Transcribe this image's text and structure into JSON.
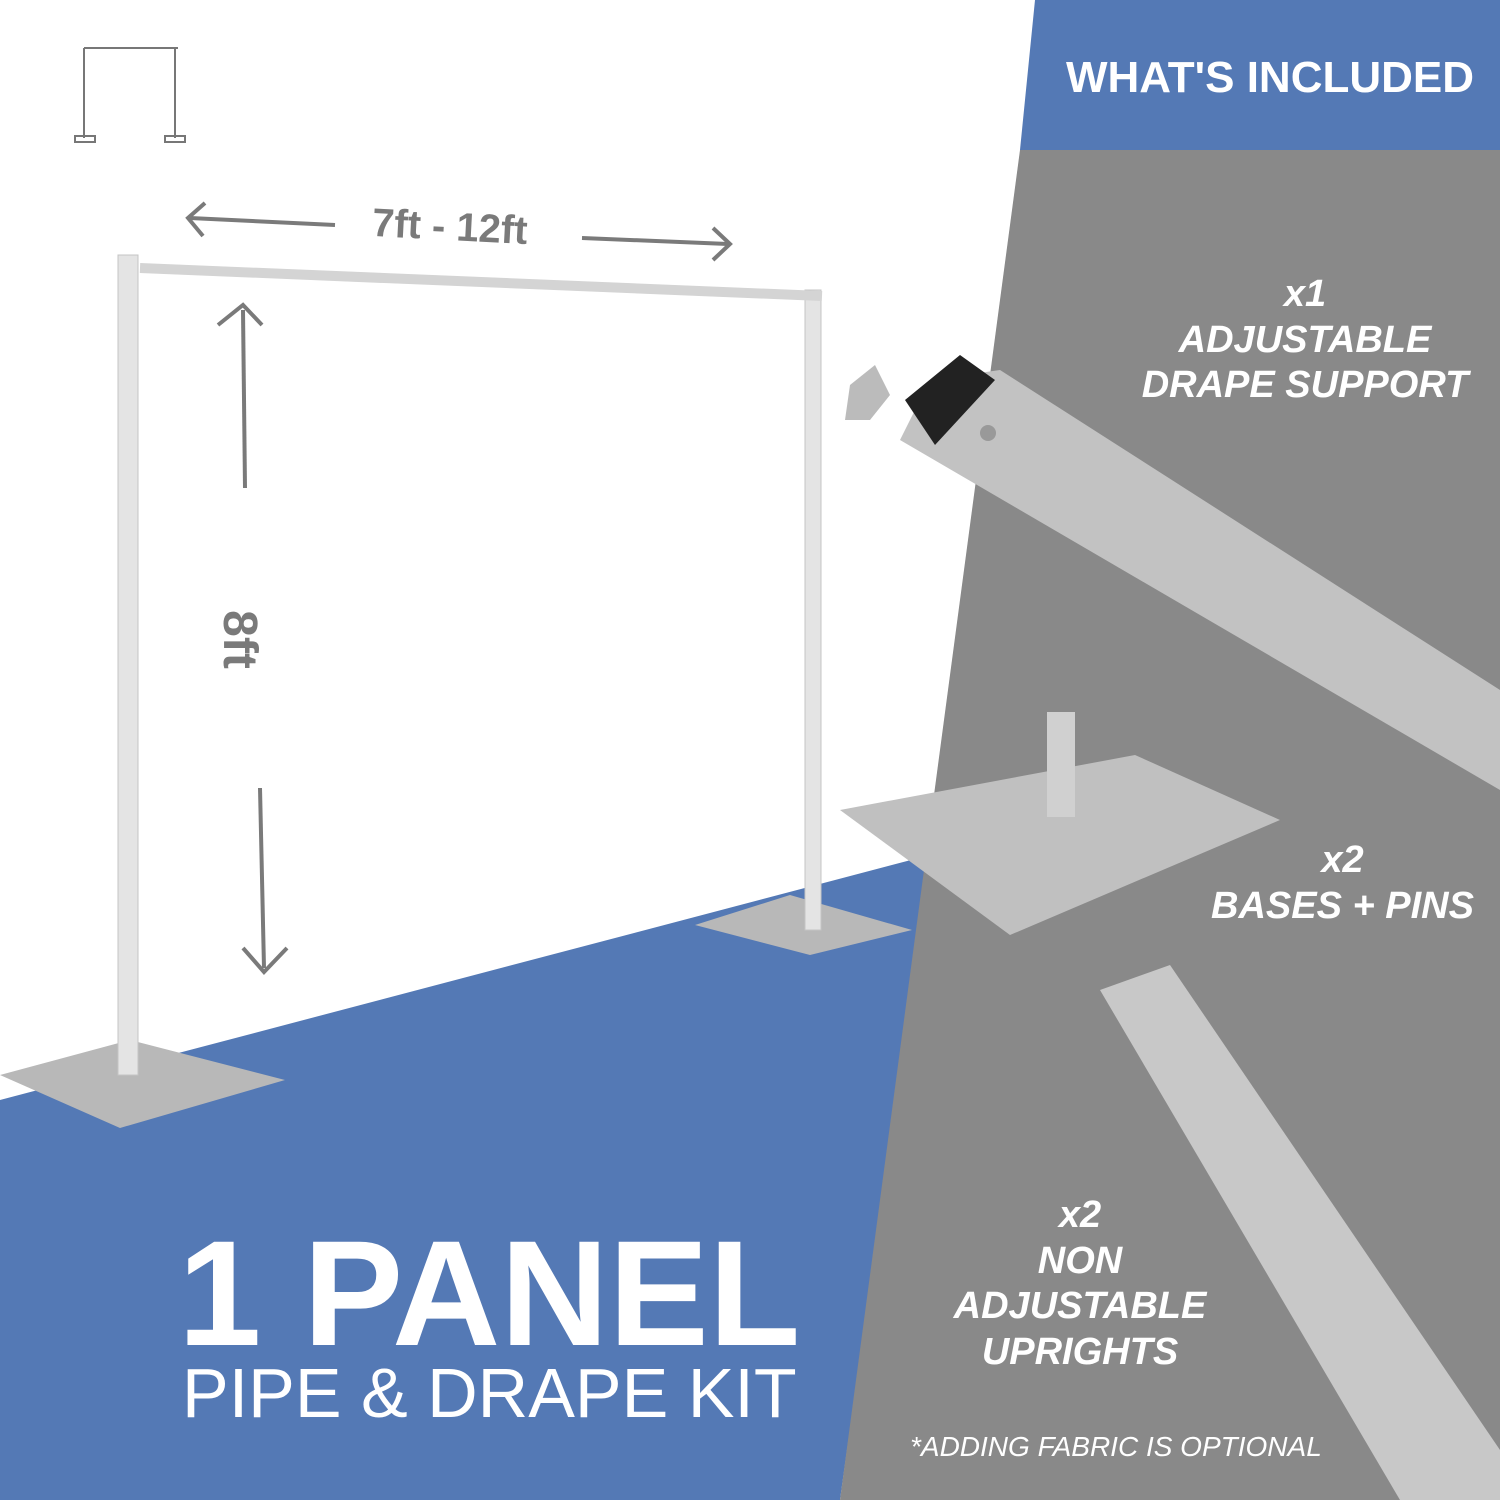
{
  "colors": {
    "blue": "#5479b5",
    "gray": "#898989",
    "pipe": "#c9c9c9"
  },
  "header": {
    "title": "WHAT'S INCLUDED"
  },
  "dimensions": {
    "width": "7ft - 12ft",
    "height": "8ft"
  },
  "items": [
    {
      "qty": "x1",
      "line1": "ADJUSTABLE",
      "line2": "DRAPE SUPPORT"
    },
    {
      "qty": "x2",
      "line1": "BASES + PINS"
    },
    {
      "qty": "x2",
      "line1": "NON",
      "line2": "ADJUSTABLE",
      "line3": "UPRIGHTS"
    }
  ],
  "title": {
    "main": "1 PANEL",
    "sub": "PIPE & DRAPE KIT"
  },
  "note": "*ADDING FABRIC IS OPTIONAL"
}
